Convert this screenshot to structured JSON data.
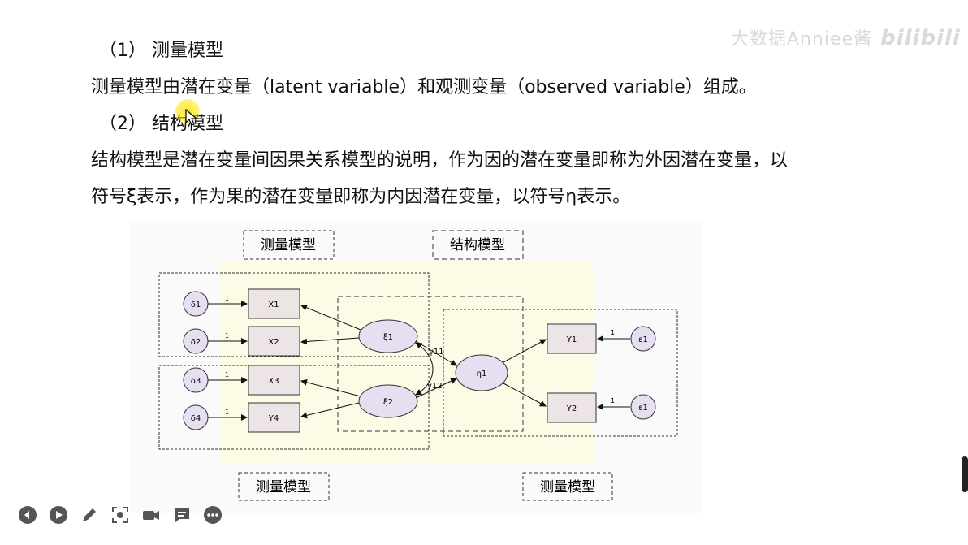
{
  "watermark": {
    "text": "大数据Anniee酱",
    "logo": "bilibili"
  },
  "content": {
    "heading1": "（1） 测量模型",
    "para1": "测量模型由潜在变量（latent variable）和观测变量（observed variable）组成。",
    "heading2": "（2） 结构模型",
    "para2_line1": "结构模型是潜在变量间因果关系模型的说明，作为因的潜在变量即称为外因潜在变量，以",
    "para2_line2": "符号ξ表示，作为果的潜在变量即称为内因潜在变量，以符号η表示。"
  },
  "diagram": {
    "labels": {
      "top_left": "测量模型",
      "top_right": "结构模型",
      "bottom_left": "测量模型",
      "bottom_right": "测量模型"
    },
    "errors_left": [
      "δ1",
      "δ2",
      "δ3",
      "δ4"
    ],
    "observed_left": [
      "X1",
      "X2",
      "X3",
      "Y4"
    ],
    "latent_exo": [
      "ξ1",
      "ξ2"
    ],
    "latent_endo": "η1",
    "observed_right": [
      "Y1",
      "Y2"
    ],
    "errors_right": [
      "ε1",
      "ε1"
    ],
    "weight": "1",
    "path_labels": [
      "γ11",
      "γ12"
    ]
  },
  "toolbar": {
    "icons": [
      "prev-icon",
      "play-icon",
      "pen-icon",
      "screenshot-icon",
      "camera-icon",
      "comment-icon",
      "more-icon"
    ]
  }
}
